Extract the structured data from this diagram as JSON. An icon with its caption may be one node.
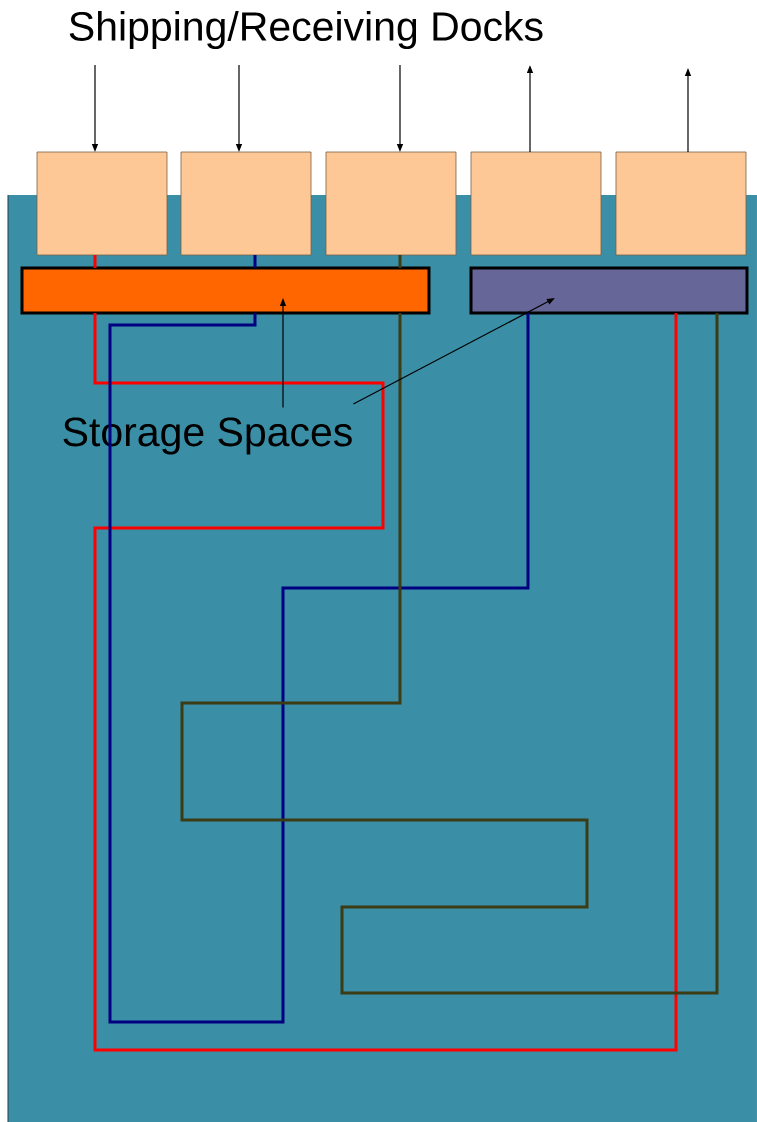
{
  "diagram": {
    "nodes": [
      {
        "text": [
          "Shipping/Receiving Docks"
        ]
      },
      {
        "text": [],
        "shape": "box"
      },
      {
        "text": [],
        "shape": "box"
      },
      {
        "text": [],
        "shape": "box"
      },
      {
        "text": [],
        "shape": "box"
      },
      {
        "text": [],
        "shape": "box"
      },
      {
        "text": [],
        "shape": "bar"
      },
      {
        "text": [],
        "shape": "bar"
      },
      {
        "text": [
          "Storage Spaces"
        ]
      }
    ],
    "edges": [
      {
        "from": 0,
        "to": 1,
        "arrow": "to"
      },
      {
        "from": 0,
        "to": 2,
        "arrow": "to"
      },
      {
        "from": 0,
        "to": 3,
        "arrow": "to"
      },
      {
        "from": 4,
        "to": 0,
        "arrow": "to"
      },
      {
        "from": 5,
        "to": null,
        "arrow": "to"
      },
      {
        "from": 1,
        "to": 6,
        "arrow": "none",
        "style": "thick",
        "color": "#ff0000"
      },
      {
        "from": 2,
        "to": 6,
        "arrow": "none",
        "style": "thick",
        "color": "#000080"
      },
      {
        "from": 3,
        "to": 6,
        "arrow": "none",
        "style": "thick",
        "color": "#3b3b14"
      },
      {
        "from": 6,
        "to": 7,
        "arrow": "none",
        "style": "thick",
        "color": "#ff0000"
      },
      {
        "from": 6,
        "to": 7,
        "arrow": "none",
        "style": "thick",
        "color": "#000080"
      },
      {
        "from": 6,
        "to": 7,
        "arrow": "none",
        "style": "thick",
        "color": "#3b3b14"
      },
      {
        "from": 8,
        "to": 6,
        "arrow": "to"
      },
      {
        "from": 8,
        "to": 7,
        "arrow": "to"
      }
    ]
  }
}
